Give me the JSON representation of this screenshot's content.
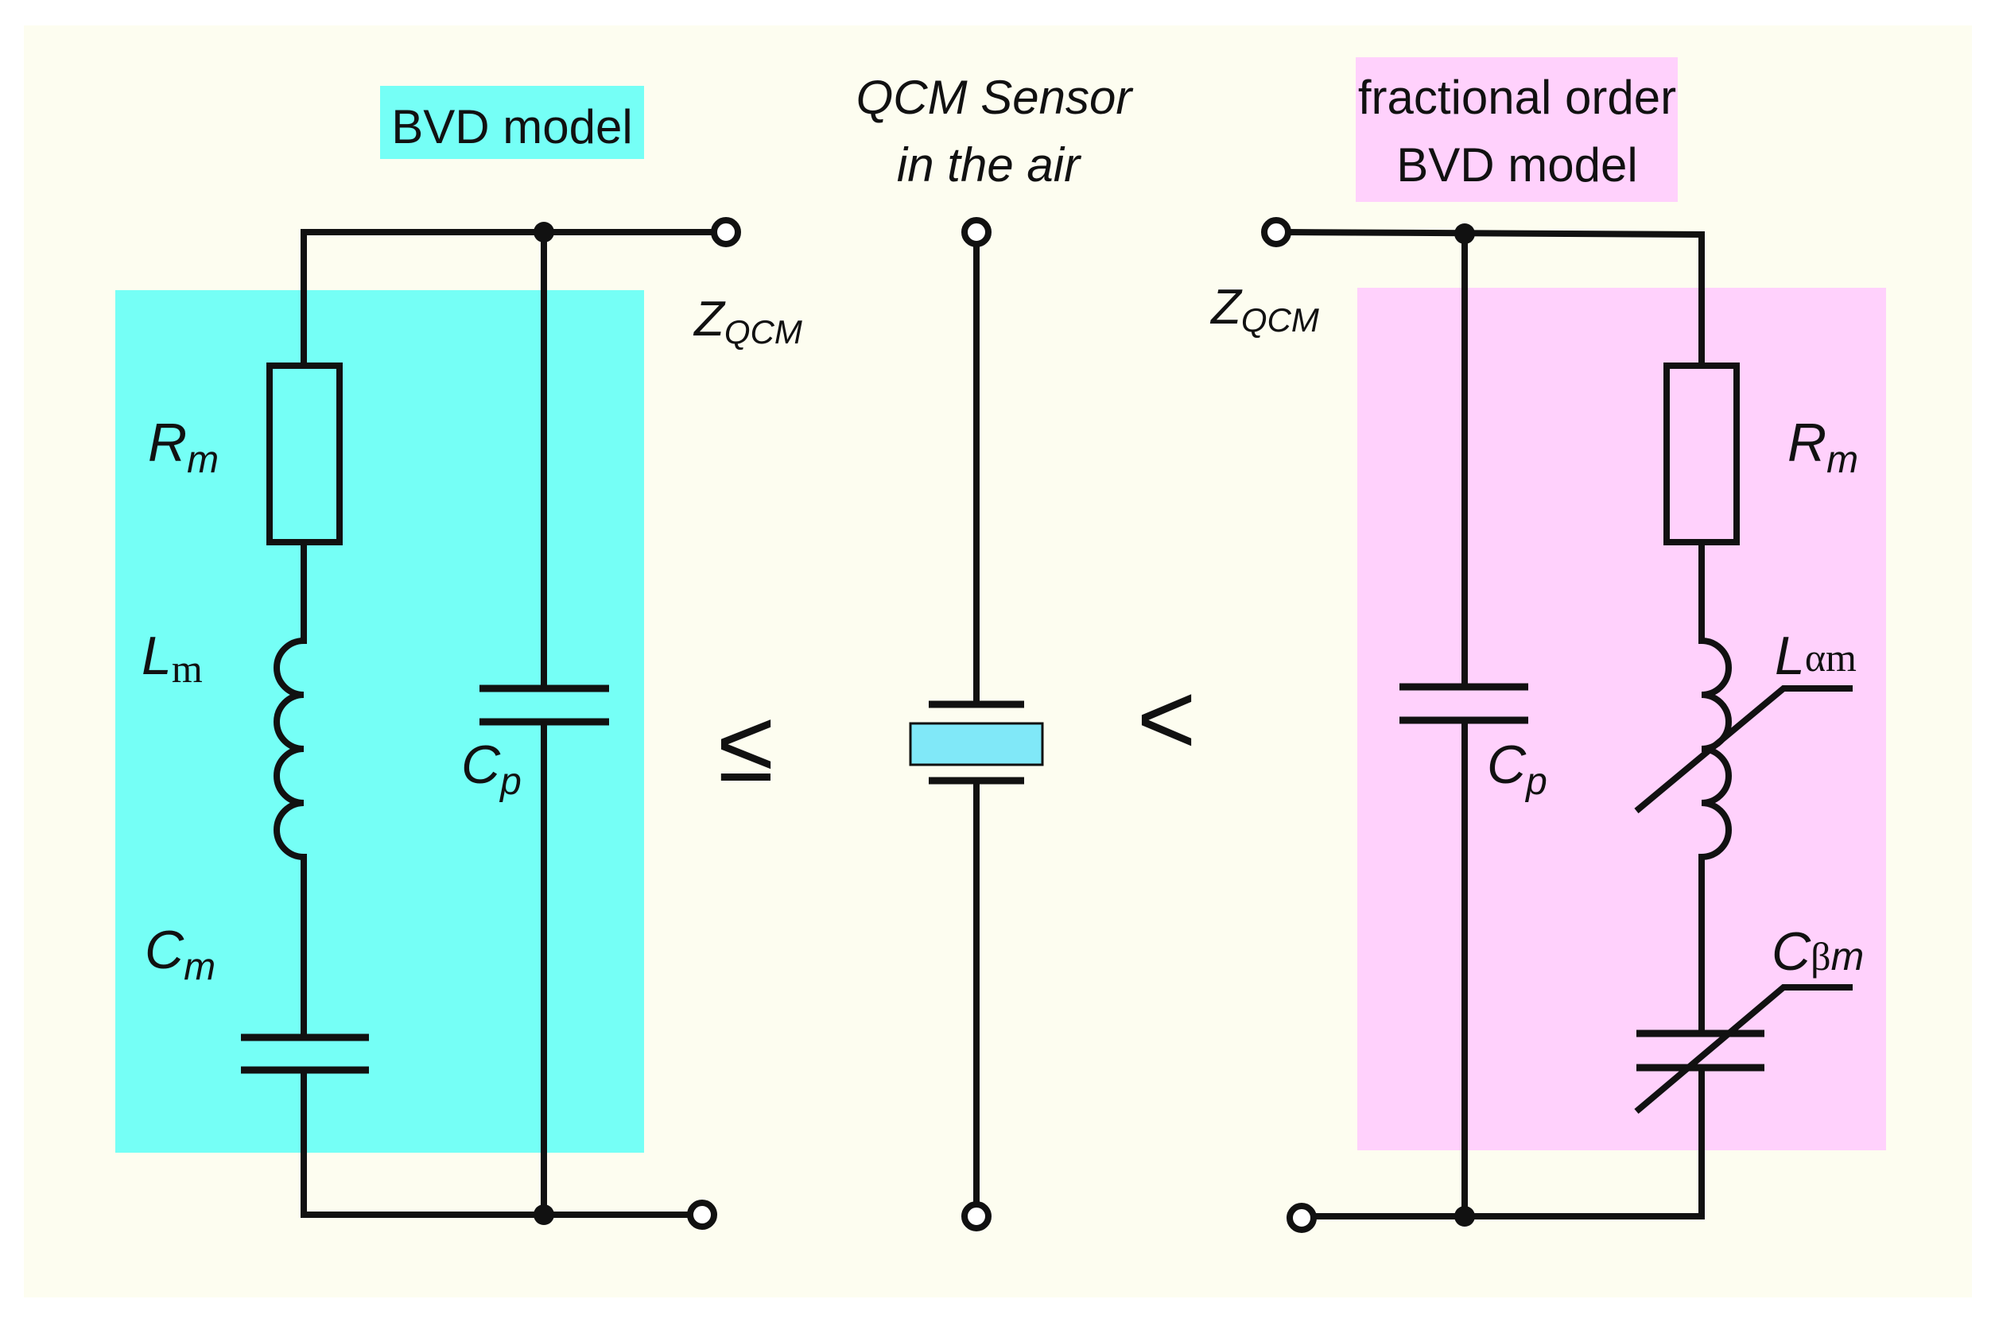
{
  "colors": {
    "background": "#fdfdf0",
    "bvd_panel": "#75fff6",
    "fractional_panel": "#ffd1fc",
    "crystal": "#80e8f8",
    "wire": "#111111"
  },
  "left_model": {
    "title": "BVD model",
    "z_label": {
      "base": "Z",
      "sub": "QCM"
    },
    "rm": {
      "base": "R",
      "sub": "m"
    },
    "lm": {
      "base": "L",
      "sub": "m"
    },
    "cm": {
      "base": "C",
      "sub": "m"
    },
    "cp": {
      "base": "C",
      "sub": "p"
    }
  },
  "center": {
    "title_line1": "QCM Sensor",
    "title_line2": "in the air",
    "relation_left": "≤",
    "relation_right": "<"
  },
  "right_model": {
    "title_line1": "fractional order",
    "title_line2": "BVD model",
    "z_label": {
      "base": "Z",
      "sub": "QCM"
    },
    "rm": {
      "base": "R",
      "sub": "m"
    },
    "lam": {
      "base": "L",
      "sub": "αm"
    },
    "cbm": {
      "base": "C",
      "sub1": "β",
      "sub2": "m"
    },
    "cp": {
      "base": "C",
      "sub": "p"
    }
  }
}
